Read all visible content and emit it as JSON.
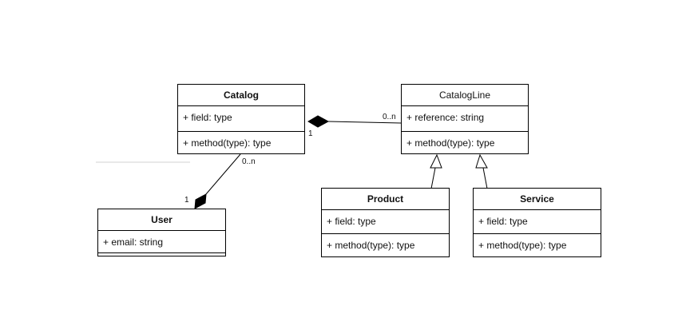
{
  "diagram": {
    "classes": {
      "catalog": {
        "name": "Catalog",
        "attribute": "+ field: type",
        "operation": "+ method(type): type"
      },
      "catalog_line": {
        "name": "CatalogLine",
        "attribute": "+ reference: string",
        "operation": "+ method(type): type"
      },
      "user": {
        "name": "User",
        "attribute": "+ email: string"
      },
      "product": {
        "name": "Product",
        "attribute": "+ field: type",
        "operation": "+ method(type): type"
      },
      "service": {
        "name": "Service",
        "attribute": "+ field: type",
        "operation": "+ method(type): type"
      }
    },
    "relations": {
      "catalog_catalogline": {
        "type": "composition",
        "whole_multiplicity": "1",
        "part_multiplicity": "0..n"
      },
      "catalog_user": {
        "type": "composition",
        "whole_multiplicity": "1",
        "part_multiplicity": "0..n"
      },
      "product_catalogline": {
        "type": "generalization"
      },
      "service_catalogline": {
        "type": "generalization"
      }
    }
  }
}
